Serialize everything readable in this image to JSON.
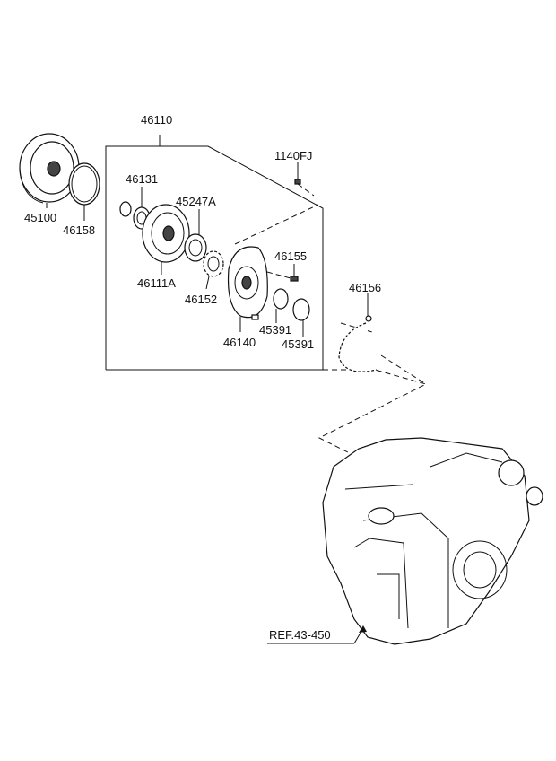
{
  "labels": {
    "p46110": "46110",
    "p1140FJ": "1140FJ",
    "p46131": "46131",
    "p45247A": "45247A",
    "p45100": "45100",
    "p46158": "46158",
    "p46155": "46155",
    "p46156": "46156",
    "p46111A": "46111A",
    "p46152": "46152",
    "p45391a": "45391",
    "p46140": "46140",
    "p45391b": "45391",
    "ref": "REF.43-450"
  }
}
